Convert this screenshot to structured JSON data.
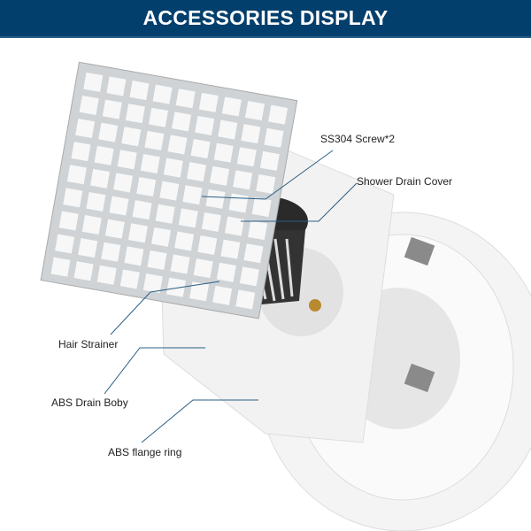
{
  "header": {
    "title": "ACCESSORIES DISPLAY",
    "background": "#033f6d"
  },
  "labels": {
    "screw": "SS304 Screw*2",
    "cover": "Shower Drain Cover",
    "strainer": "Hair Strainer",
    "body": "ABS Drain Boby",
    "flange": "ABS flange ring"
  },
  "leader_color": "#2a5f86"
}
